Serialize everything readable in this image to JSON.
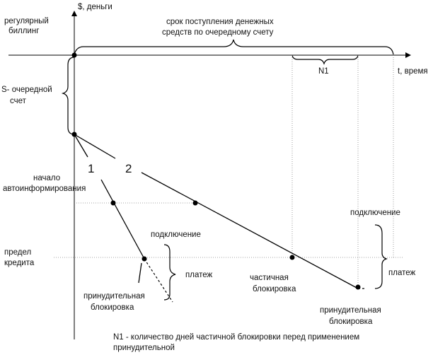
{
  "axes": {
    "y_label": "$, деньги",
    "x_label": "t, время"
  },
  "labels": {
    "regular_billing": [
      "регулярный",
      "биллинг"
    ],
    "receipt_period": [
      "срок поступления денежных",
      "средств по очередному счету"
    ],
    "n1": "N1",
    "invoice": [
      "S- очередной",
      "счет"
    ],
    "autoinform_start": [
      "начало",
      "автоинформирования"
    ],
    "credit_limit": [
      "предел",
      "кредита"
    ],
    "line1": "1",
    "line2": "2",
    "connection": "подключение",
    "payment": "платеж",
    "forced_block": [
      "принудительная",
      "блокировка"
    ],
    "partial_block": [
      "частичная",
      "блокировка"
    ],
    "footnote": [
      "N1 - количество дней частичной блокировки перед применением",
      "принудительной"
    ]
  }
}
